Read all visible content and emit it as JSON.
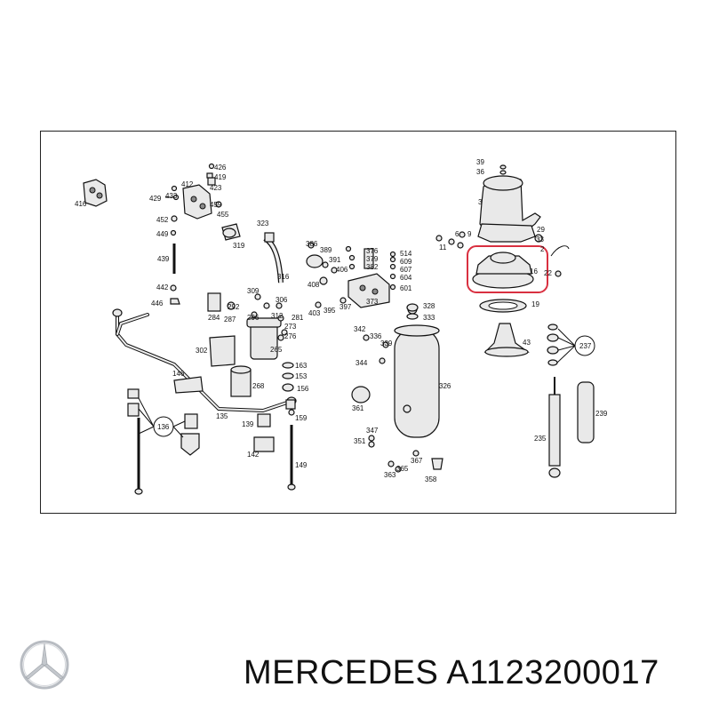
{
  "brand": "MERCEDES",
  "part_number": "A1123200017",
  "colors": {
    "highlight": "#d93040",
    "line": "#111111",
    "logo": "#b8bcc2"
  },
  "callouts": {
    "c426": "426",
    "c419": "419",
    "c412": "412",
    "c423": "423",
    "c416": "416",
    "c429": "429",
    "c433": "433",
    "c459": "459",
    "c455": "455",
    "c452": "452",
    "c449": "449",
    "c439": "439",
    "c442": "442",
    "c446": "446",
    "c323": "323",
    "c319": "319",
    "c316": "316",
    "c386": "386",
    "c389": "389",
    "c391": "391",
    "c406": "406",
    "c408": "408",
    "c376": "376",
    "c379": "379",
    "c382": "382",
    "c514": "514",
    "c609": "609",
    "c607": "607",
    "c604": "604",
    "c601": "601",
    "c373": "373",
    "c397": "397",
    "c395": "395",
    "c403": "403",
    "c309": "309",
    "c306": "306",
    "c312": "312",
    "c281": "281",
    "c292": "292",
    "c284": "284",
    "c287": "287",
    "c296": "296",
    "c273": "273",
    "c276": "276",
    "c302": "302",
    "c265": "265",
    "c163": "163",
    "c153": "153",
    "c156": "156",
    "c146": "146",
    "c268": "268",
    "c135": "135",
    "c159": "159",
    "c136": "136",
    "c139": "139",
    "c142": "142",
    "c149": "149",
    "c328": "328",
    "c333": "333",
    "c342": "342",
    "c336": "336",
    "c339": "339",
    "c344": "344",
    "c326": "326",
    "c361": "361",
    "c347": "347",
    "c351": "351",
    "c367": "367",
    "c365": "365",
    "c363": "363",
    "c358": "358",
    "c39": "39",
    "c36": "36",
    "c3": "3",
    "c6": "6",
    "c9": "9",
    "c11": "11",
    "c29": "29",
    "c33": "33",
    "c2": "2",
    "c22": "22",
    "c16": "16",
    "c19": "19",
    "c43": "43",
    "c237": "237",
    "c239": "239",
    "c235": "235"
  }
}
